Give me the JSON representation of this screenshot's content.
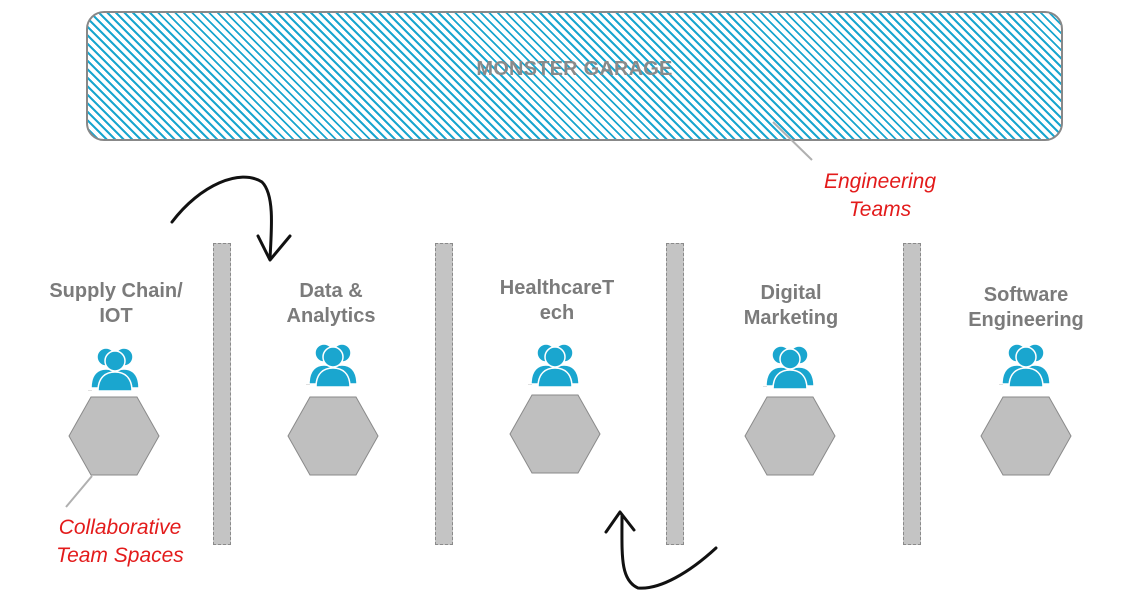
{
  "banner": {
    "title": "MONSTER GARAGE"
  },
  "annotations": {
    "engineering_teams": "Engineering\nTeams",
    "collaborative_spaces": "Collaborative\nTeam Spaces"
  },
  "team_spaces": [
    {
      "label": "Supply Chain/\nIOT"
    },
    {
      "label": "Data &\nAnalytics"
    },
    {
      "label": "HealthcareT\nech"
    },
    {
      "label": "Digital\nMarketing"
    },
    {
      "label": "Software\nEngineering"
    }
  ],
  "colors": {
    "hatch": "#1aa6cf",
    "people_icon": "#1aa6cf",
    "hexagon": "#bfbfbf",
    "annotation": "#e31b1b",
    "label": "#7b7b7b"
  },
  "icons": {
    "team": "people-group-icon",
    "space": "hexagon-icon",
    "flow": "curved-arrow-icon"
  }
}
